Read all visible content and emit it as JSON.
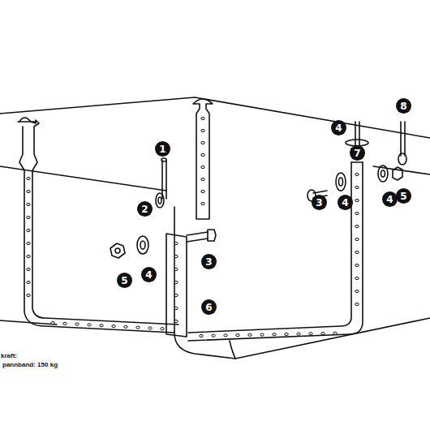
{
  "diagram": {
    "labels": [
      "8",
      "4",
      "1",
      "7",
      "4",
      "3",
      "4",
      "5",
      "2",
      "3",
      "5",
      "4",
      "6",
      "kraft:",
      "pannband: 150 kg"
    ]
  }
}
